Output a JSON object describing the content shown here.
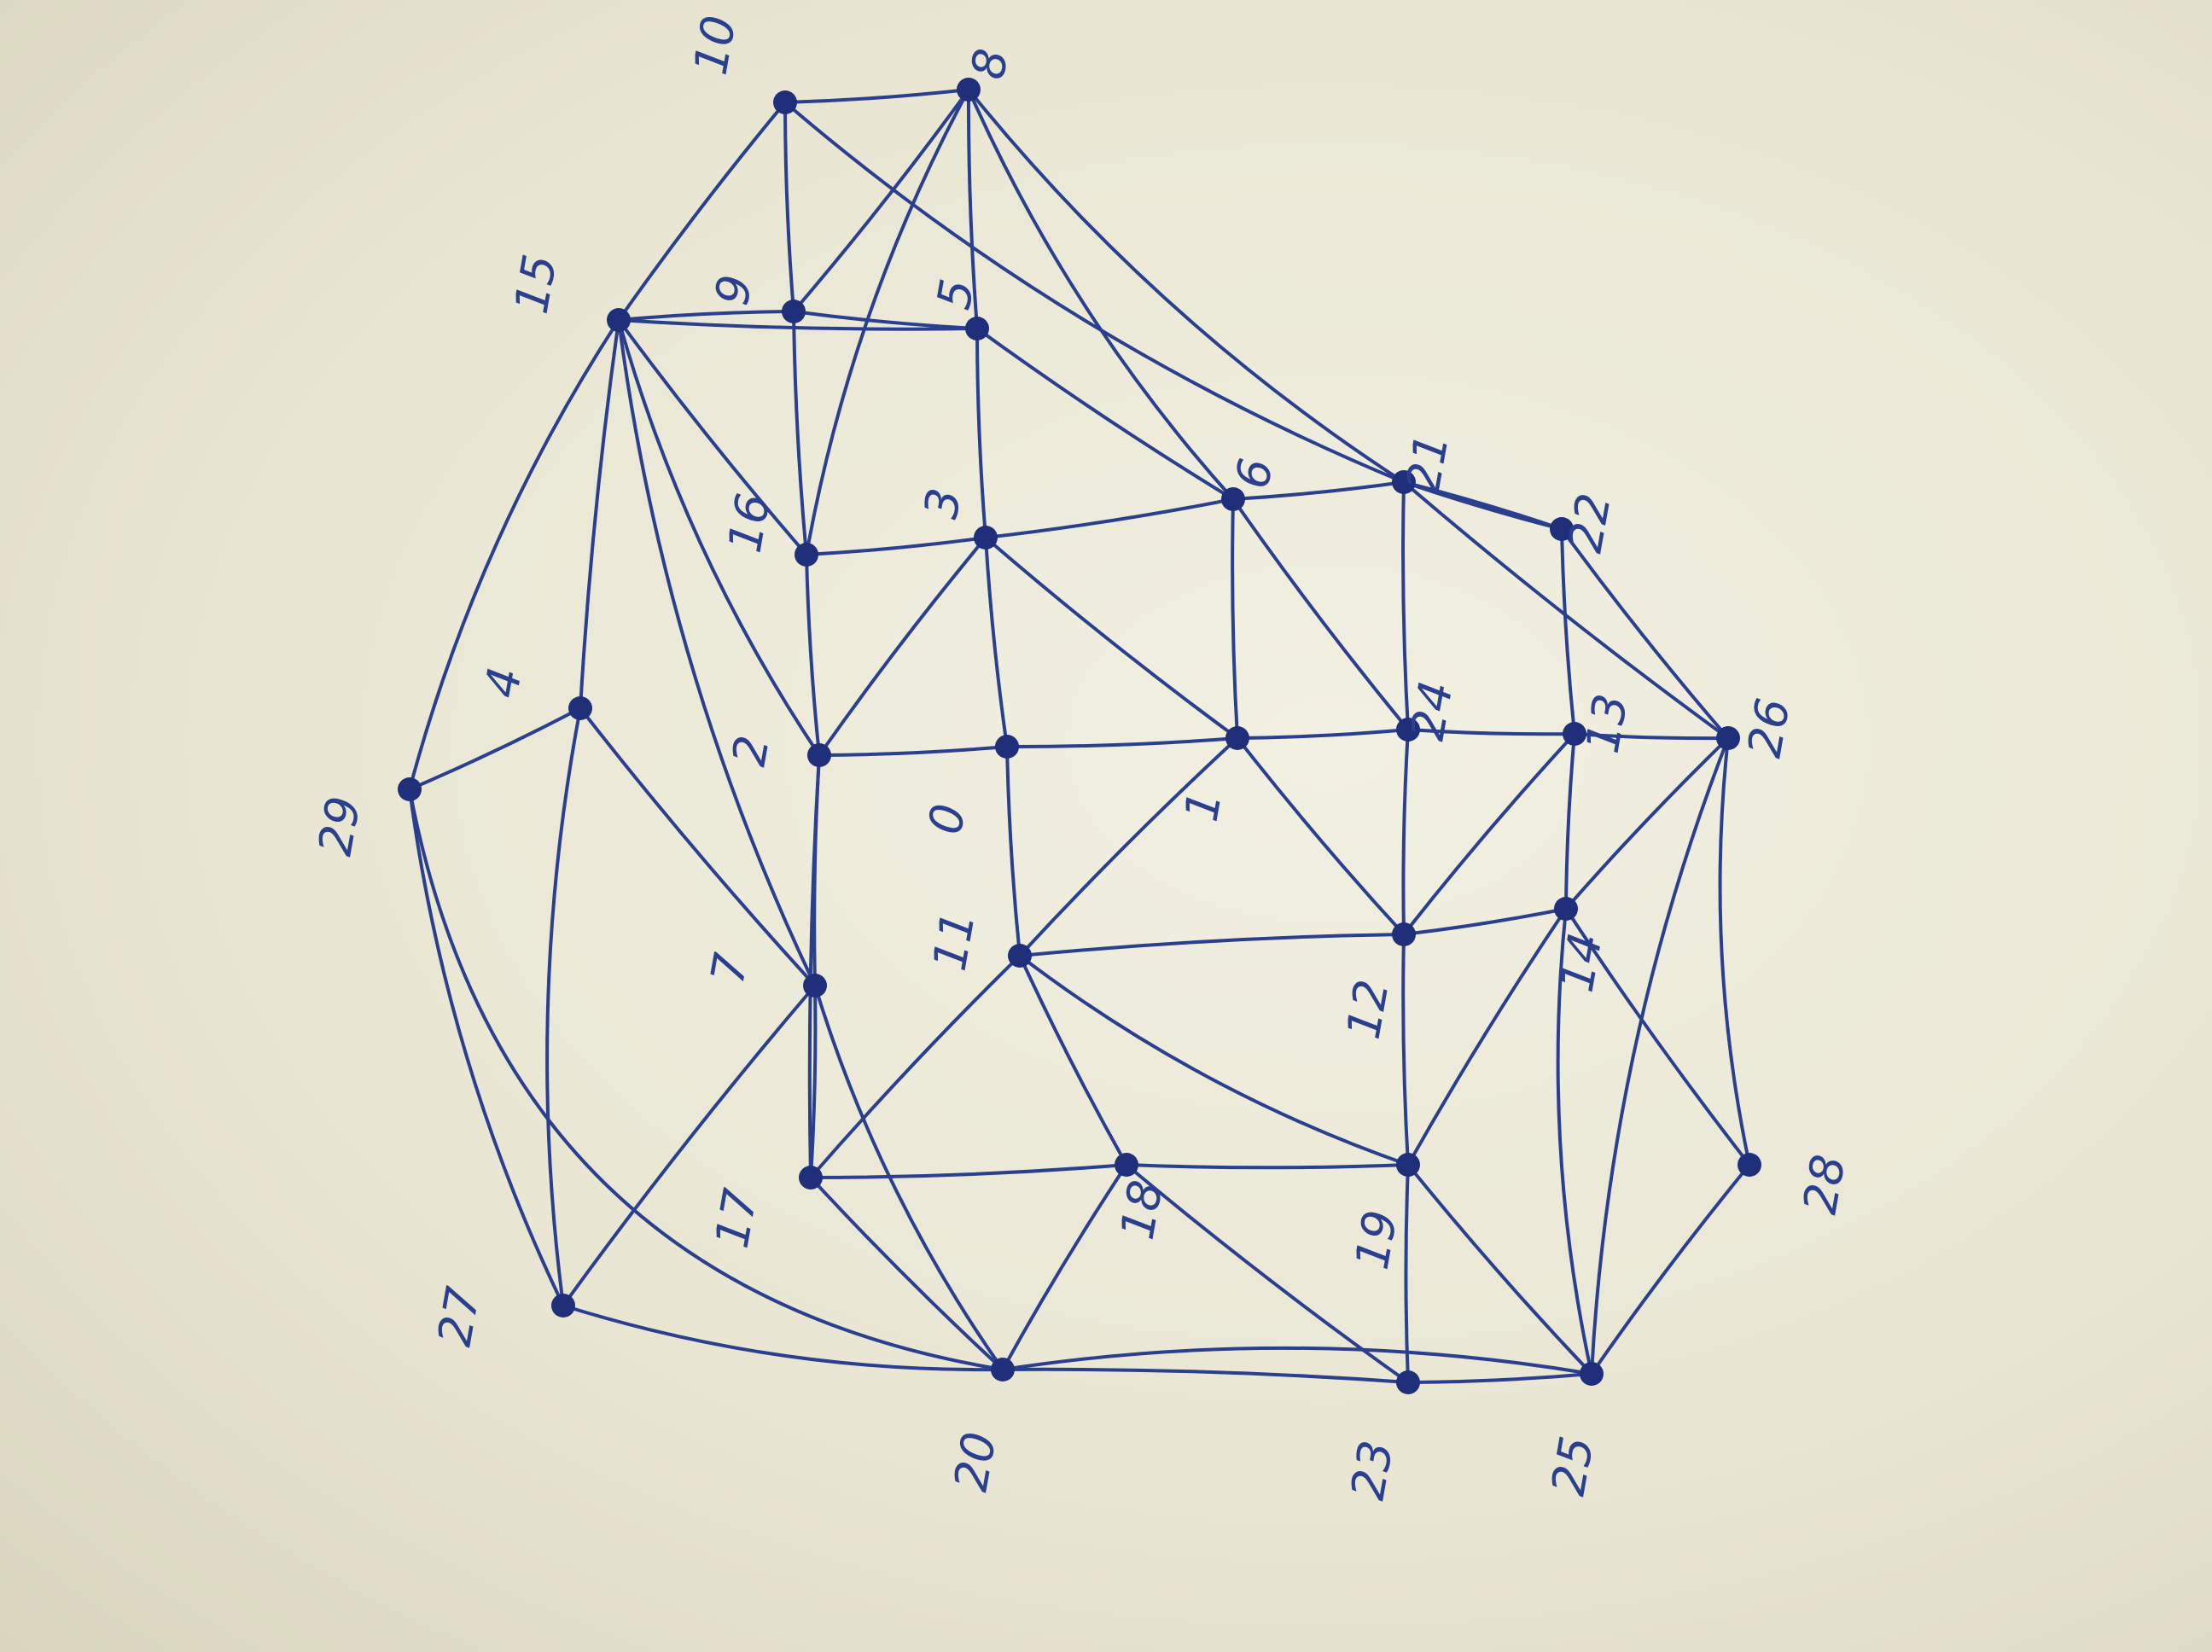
{
  "nodes": [
    {
      "id": "0",
      "label": "0"
    },
    {
      "id": "1",
      "label": "1"
    },
    {
      "id": "2",
      "label": "2"
    },
    {
      "id": "3",
      "label": "3"
    },
    {
      "id": "4",
      "label": "4"
    },
    {
      "id": "5",
      "label": "5"
    },
    {
      "id": "6",
      "label": "6"
    },
    {
      "id": "7",
      "label": "7"
    },
    {
      "id": "8",
      "label": "8"
    },
    {
      "id": "9",
      "label": "9"
    },
    {
      "id": "10",
      "label": "10"
    },
    {
      "id": "11",
      "label": "11"
    },
    {
      "id": "12",
      "label": "12"
    },
    {
      "id": "13",
      "label": "13"
    },
    {
      "id": "14",
      "label": "14"
    },
    {
      "id": "15",
      "label": "15"
    },
    {
      "id": "16",
      "label": "16"
    },
    {
      "id": "17",
      "label": "17"
    },
    {
      "id": "18",
      "label": "18"
    },
    {
      "id": "19",
      "label": "19"
    },
    {
      "id": "20",
      "label": "20"
    },
    {
      "id": "21",
      "label": "21"
    },
    {
      "id": "22",
      "label": "22"
    },
    {
      "id": "23",
      "label": "23"
    },
    {
      "id": "24",
      "label": "24"
    },
    {
      "id": "25",
      "label": "25"
    },
    {
      "id": "26",
      "label": "26"
    },
    {
      "id": "27",
      "label": "27"
    },
    {
      "id": "28",
      "label": "28"
    },
    {
      "id": "29",
      "label": "29"
    }
  ],
  "edges": [
    [
      "10",
      "8"
    ],
    [
      "10",
      "9"
    ],
    [
      "10",
      "15"
    ],
    [
      "9",
      "8"
    ],
    [
      "9",
      "15"
    ],
    [
      "9",
      "16"
    ],
    [
      "9",
      "5"
    ],
    [
      "8",
      "5"
    ],
    [
      "8",
      "6"
    ],
    [
      "8",
      "21"
    ],
    [
      "15",
      "5"
    ],
    [
      "15",
      "16"
    ],
    [
      "15",
      "2"
    ],
    [
      "15",
      "7"
    ],
    [
      "15",
      "4"
    ],
    [
      "15",
      "29"
    ],
    [
      "5",
      "3"
    ],
    [
      "5",
      "6"
    ],
    [
      "16",
      "3"
    ],
    [
      "16",
      "2"
    ],
    [
      "3",
      "6"
    ],
    [
      "3",
      "2"
    ],
    [
      "3",
      "0"
    ],
    [
      "3",
      "1"
    ],
    [
      "6",
      "21"
    ],
    [
      "6",
      "1"
    ],
    [
      "6",
      "24"
    ],
    [
      "21",
      "22"
    ],
    [
      "21",
      "24"
    ],
    [
      "22",
      "13"
    ],
    [
      "22",
      "26"
    ],
    [
      "2",
      "0"
    ],
    [
      "2",
      "7"
    ],
    [
      "2",
      "17"
    ],
    [
      "0",
      "1"
    ],
    [
      "0",
      "11"
    ],
    [
      "1",
      "24"
    ],
    [
      "1",
      "11"
    ],
    [
      "1",
      "12"
    ],
    [
      "24",
      "13"
    ],
    [
      "24",
      "12"
    ],
    [
      "13",
      "26"
    ],
    [
      "13",
      "14"
    ],
    [
      "13",
      "12"
    ],
    [
      "26",
      "14"
    ],
    [
      "26",
      "28"
    ],
    [
      "12",
      "14"
    ],
    [
      "12",
      "11"
    ],
    [
      "12",
      "19"
    ],
    [
      "11",
      "17"
    ],
    [
      "11",
      "18"
    ],
    [
      "11",
      "19"
    ],
    [
      "14",
      "28"
    ],
    [
      "14",
      "25"
    ],
    [
      "14",
      "19"
    ],
    [
      "17",
      "18"
    ],
    [
      "17",
      "20"
    ],
    [
      "18",
      "19"
    ],
    [
      "18",
      "20"
    ],
    [
      "18",
      "23"
    ],
    [
      "19",
      "23"
    ],
    [
      "19",
      "25"
    ],
    [
      "23",
      "20"
    ],
    [
      "23",
      "25"
    ],
    [
      "28",
      "25"
    ],
    [
      "25",
      "20"
    ],
    [
      "29",
      "4"
    ],
    [
      "29",
      "27"
    ],
    [
      "4",
      "27"
    ],
    [
      "4",
      "7"
    ],
    [
      "7",
      "27"
    ],
    [
      "7",
      "20"
    ],
    [
      "27",
      "20"
    ],
    [
      "17",
      "7"
    ],
    [
      "8",
      "16"
    ],
    [
      "21",
      "26"
    ],
    [
      "26",
      "25"
    ],
    [
      "29",
      "20"
    ],
    [
      "22",
      "21"
    ],
    [
      "10",
      "21"
    ]
  ]
}
